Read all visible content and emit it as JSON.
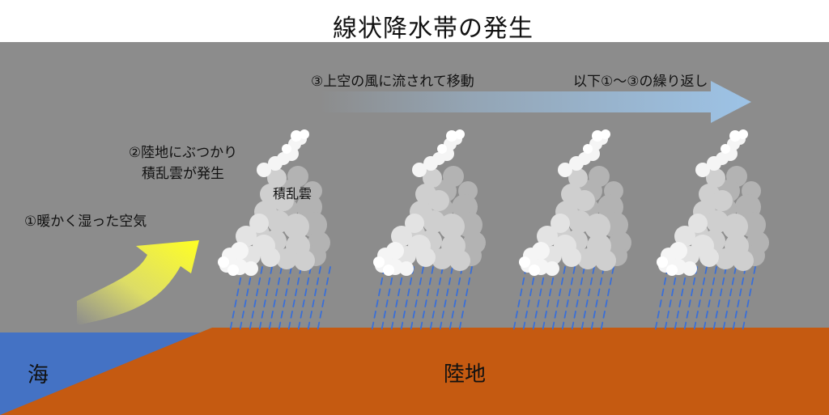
{
  "title": "線状降水帯の発生",
  "labels": {
    "step1": "①暖かく湿った空気",
    "step2_line1": "②陸地にぶつかり",
    "step2_line2": "積乱雲が発生",
    "step3": "③上空の風に流されて移動",
    "repeat": "以下①～③の繰り返し",
    "cloud": "積乱雲",
    "sea": "海",
    "land": "陸地"
  },
  "colors": {
    "sky": "#8c8c8c",
    "sea": "#4472c4",
    "land": "#c55a11",
    "rain": "#3a6fd8",
    "warm_air": "#ffff33",
    "wind_arrow": "#9dc3e6"
  },
  "icons": {
    "warm_air_arrow": "curved-up-arrow",
    "wind_arrow": "right-arrow",
    "cloud": "cumulonimbus-cloud",
    "rain": "rain-streaks"
  }
}
